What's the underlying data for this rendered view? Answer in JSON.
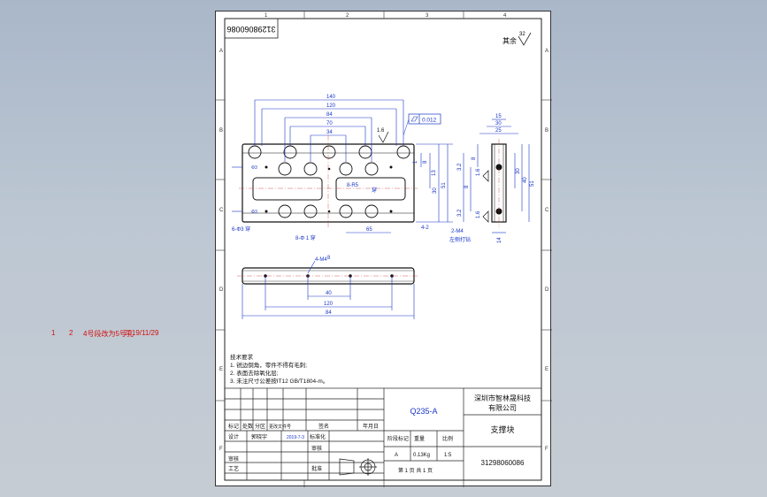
{
  "drawing_number_rotated": "31298060086",
  "roughness": {
    "label": "其余",
    "value": "32"
  },
  "frame": {
    "columns": [
      "1",
      "2",
      "3",
      "4"
    ],
    "rows": [
      "A",
      "B",
      "C",
      "D",
      "E",
      "F"
    ]
  },
  "front_view": {
    "dims_top": [
      "140",
      "120",
      "84",
      "70",
      "34"
    ],
    "flatness": "0.012",
    "roughness_mark": "1.6",
    "side_dims": [
      "1",
      "8",
      "13",
      "30",
      "51"
    ],
    "slot_note": "8-R5",
    "slot_through": "穿",
    "hole_note": "6-Φ3 穿",
    "angle_note": "8-Φ 1 穿",
    "dim_bottom": "65",
    "chamfer": "4-2"
  },
  "side_view": {
    "dims_top": [
      "15",
      "30",
      "25"
    ],
    "dims_left": [
      "8",
      "8",
      "3.2",
      "3.2"
    ],
    "dims_right": [
      "30",
      "40",
      "51"
    ],
    "roughness": [
      "1.6",
      "1.6"
    ],
    "bottom_note": "2-M4",
    "bottom_note2": "左侧打钻",
    "bottom_dim": "14"
  },
  "top_view": {
    "dim_note": "4-M4",
    "dim_small": "8",
    "dims_bottom": [
      "40",
      "120",
      "84"
    ]
  },
  "tech_notes": {
    "title": "技术要求",
    "lines": [
      "1. 锐边倒角，零件不得有毛刺;",
      "2. 表面去除氧化层;",
      "3. 未注尺寸公差按IT12 GB/T1804-m。"
    ]
  },
  "title_block": {
    "material": "Q235-A",
    "company": [
      "深圳市智林晟科技",
      "有限公司"
    ],
    "part_name": "支撑块",
    "drawing_number": "31298060086",
    "row_labels": [
      "标记",
      "处数",
      "分区",
      "更改文件号",
      "签名",
      "年月日"
    ],
    "designer_label": "设计",
    "designer_name": "郭晓宇",
    "designer_date": "2019-7-3",
    "standardize_label": "标准化",
    "check_label": "审核",
    "approve_label": "批准",
    "process_label": "工艺",
    "review_label": "审核",
    "stage_label": "阶段标记",
    "weight_label": "重量",
    "scale_label": "比例",
    "stage_value": "A",
    "weight_value": "0.13Kg",
    "scale_value": "1:5",
    "sheet_info": "第 1 页 共 1 页"
  },
  "stamp": {
    "items": [
      "1",
      "2",
      "4号段改为5号孔",
      "2019/11/29"
    ]
  }
}
